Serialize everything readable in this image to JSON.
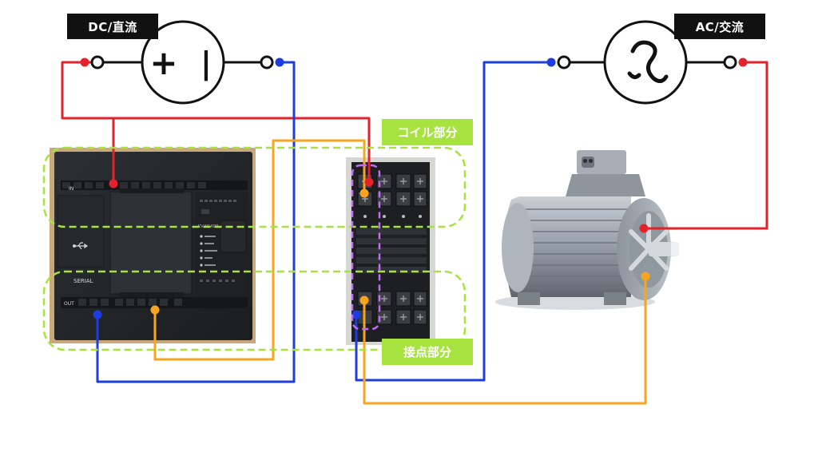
{
  "dc_source": {
    "label": "DC/直流",
    "symbol_plus": "+",
    "symbol_minus": "|"
  },
  "ac_source": {
    "label": "AC/交流",
    "symbol": "~"
  },
  "relay_labels": {
    "coil": "コイル部分",
    "contact": "接点部分"
  },
  "plc": {
    "top_label": "IN",
    "usb_icon": "usb-icon",
    "serial_label": "SERIAL",
    "out_label": "OUT",
    "model_label": "KV-N14DR",
    "output_terminals": [
      "",
      "",
      "",
      "",
      "",
      "",
      "",
      "",
      ""
    ]
  },
  "colors": {
    "dc_positive": "#e3222b",
    "dc_negative": "#1e3de0",
    "signal": "#f7a521",
    "ac_return": "#1e3de0",
    "motor_wire": "#e3222b",
    "zone_outline": "#a6e33f",
    "coil_highlight": "#c26cf0"
  }
}
